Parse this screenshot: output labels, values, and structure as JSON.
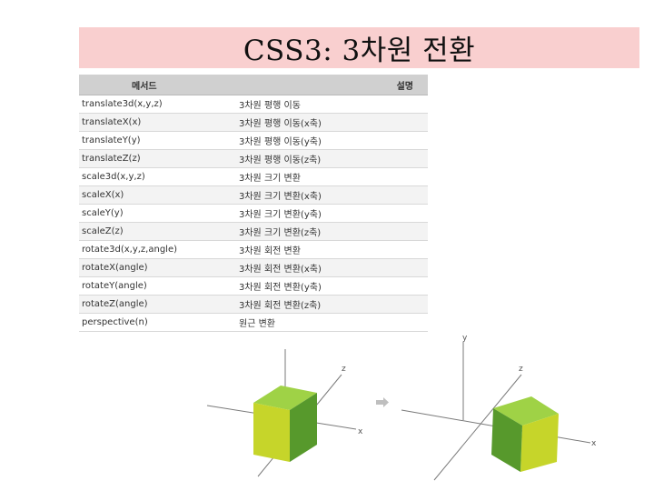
{
  "slide": {
    "title": "CSS3: 3차원 전환"
  },
  "table": {
    "headers": [
      "메서드",
      "설명"
    ],
    "rows": [
      {
        "method": "translate3d(x,y,z)",
        "desc": "3차원 평행 이동"
      },
      {
        "method": "translateX(x)",
        "desc": "3차원 평행 이동(x축)"
      },
      {
        "method": "translateY(y)",
        "desc": "3차원 평행 이동(y축)"
      },
      {
        "method": "translateZ(z)",
        "desc": "3차원 평행 이동(z축)"
      },
      {
        "method": "scale3d(x,y,z)",
        "desc": "3차원 크기 변환"
      },
      {
        "method": "scaleX(x)",
        "desc": "3차원 크기 변환(x축)"
      },
      {
        "method": "scaleY(y)",
        "desc": "3차원 크기 변환(y축)"
      },
      {
        "method": "scaleZ(z)",
        "desc": "3차원 크기 변환(z축)"
      },
      {
        "method": "rotate3d(x,y,z,angle)",
        "desc": "3차원 회전 변환"
      },
      {
        "method": "rotateX(angle)",
        "desc": "3차원 회전 변환(x축)"
      },
      {
        "method": "rotateY(angle)",
        "desc": "3차원 회전 변환(y축)"
      },
      {
        "method": "rotateZ(angle)",
        "desc": "3차원 회전 변환(z축)"
      },
      {
        "method": "perspective(n)",
        "desc": "원근 변환"
      }
    ]
  },
  "figure": {
    "axis_labels": {
      "x": "x",
      "y": "y",
      "z": "z"
    },
    "arrow_glyph": "➡",
    "colors": {
      "cube_top": "#9fd246",
      "cube_front": "#c6d52a",
      "cube_side": "#57992c",
      "axis": "#7a7a7a",
      "arrow": "#bfbfbf"
    }
  }
}
